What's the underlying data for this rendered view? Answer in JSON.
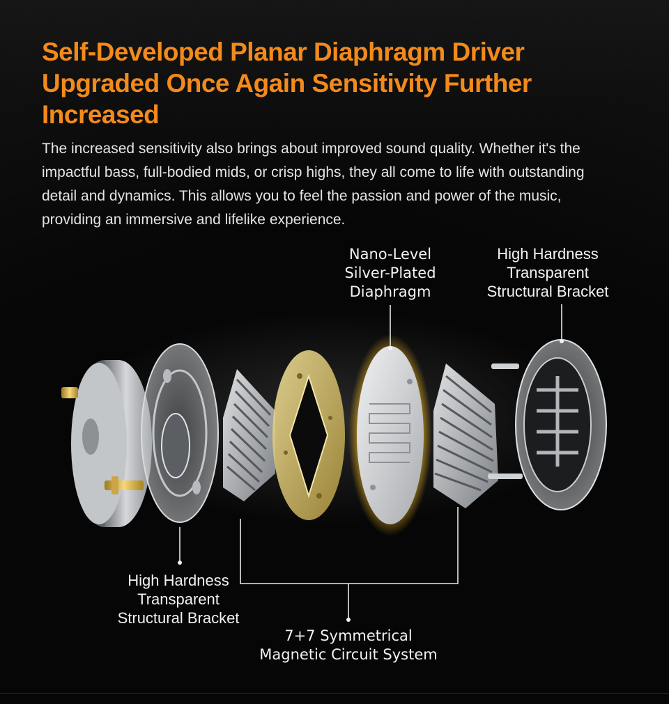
{
  "title_lines": [
    "Self-Developed Planar Diaphragm Driver",
    "Upgraded Once Again Sensitivity Further",
    "Increased"
  ],
  "description_lines": [
    "The increased sensitivity also brings about improved sound quality. Whether it's the",
    "impactful bass, full-bodied mids, or crisp highs, they all come to life with outstanding",
    "detail and dynamics. This allows you to feel the passion and power of the music,",
    "providing an immersive and lifelike experience."
  ],
  "labels": {
    "diaphragm": [
      "Nano-Level",
      "Silver-Plated",
      "Diaphragm"
    ],
    "bracket_right": [
      "High Hardness",
      "Transparent",
      "Structural Bracket"
    ],
    "bracket_left": [
      "High Hardness",
      "Transparent",
      "Structural Bracket"
    ],
    "magnetic": [
      "7+7 Symmetrical",
      "Magnetic Circuit System"
    ]
  },
  "colors": {
    "title": "#f28a1c",
    "text": "#e4e4e4",
    "gold_ring": "#c9b15a",
    "diaphragm_glow": "#d4a21c",
    "metal": "#b9bcc0"
  },
  "components": [
    "rear-cap",
    "transparent-bracket-left",
    "magnet-array-left",
    "gold-frame-ring",
    "silver-diaphragm",
    "magnet-array-right",
    "transparent-bracket-right"
  ]
}
